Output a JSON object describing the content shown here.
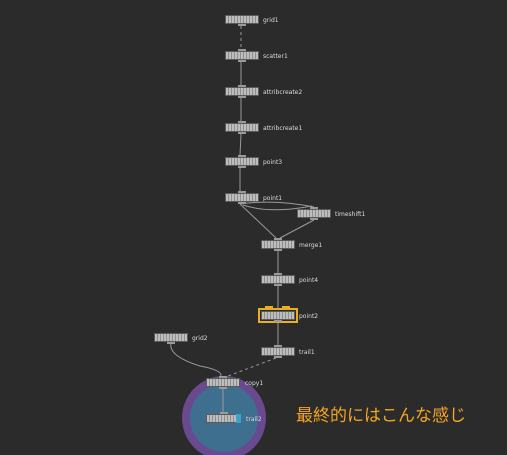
{
  "nodes": {
    "grid1": "grid1",
    "scatter1": "scatter1",
    "attribcreate2": "attribcreate2",
    "attribcreate1": "attribcreate1",
    "point3": "point3",
    "point1": "point1",
    "timeshift1": "timeshift1",
    "merge1": "merge1",
    "point4": "point4",
    "point2": "point2",
    "grid2": "grid2",
    "trail1": "trail1",
    "copy1": "copy1",
    "trail2": "trail2"
  },
  "annotation": "最終的にはこんな感じ",
  "colors": {
    "background": "#2b2b2b",
    "selected_outline": "#e8b020",
    "display_flag": "#3aa3c9",
    "highlight_ring": "#6a4a8f",
    "highlight_fill": "#3f6f8f",
    "annotation_text": "#f3a520"
  }
}
